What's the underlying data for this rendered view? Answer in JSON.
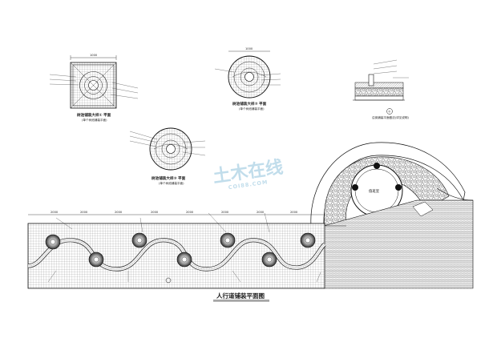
{
  "plans": {
    "square_grate": {
      "title": "树池铺装大样① 平面",
      "note": "(单个树池铺装平面)",
      "dim": "1000"
    },
    "round_grate_b": {
      "title": "树池铺装大样② 平面",
      "note": "(单个树池铺装平面)",
      "dim": "1000"
    },
    "round_grate_c": {
      "title": "树池铺装大样③ 平面",
      "note": "(单个树池铺装平面)"
    },
    "section": {
      "marker": "①",
      "title": "沿街铺装平面做法(详见说明)"
    },
    "plaza": {
      "room_label": "值班室"
    },
    "main": {
      "title": "人行道铺装平面图",
      "dims": [
        "2000",
        "2000",
        "2000",
        "2000",
        "2000",
        "2000",
        "2000",
        "2000"
      ]
    }
  },
  "watermark": {
    "main": "土木在线",
    "sub": "COI88.COM"
  },
  "colors": {
    "ink": "#1a1a1a",
    "accent": "#cc0000",
    "watermark": "#8fc2dc"
  }
}
